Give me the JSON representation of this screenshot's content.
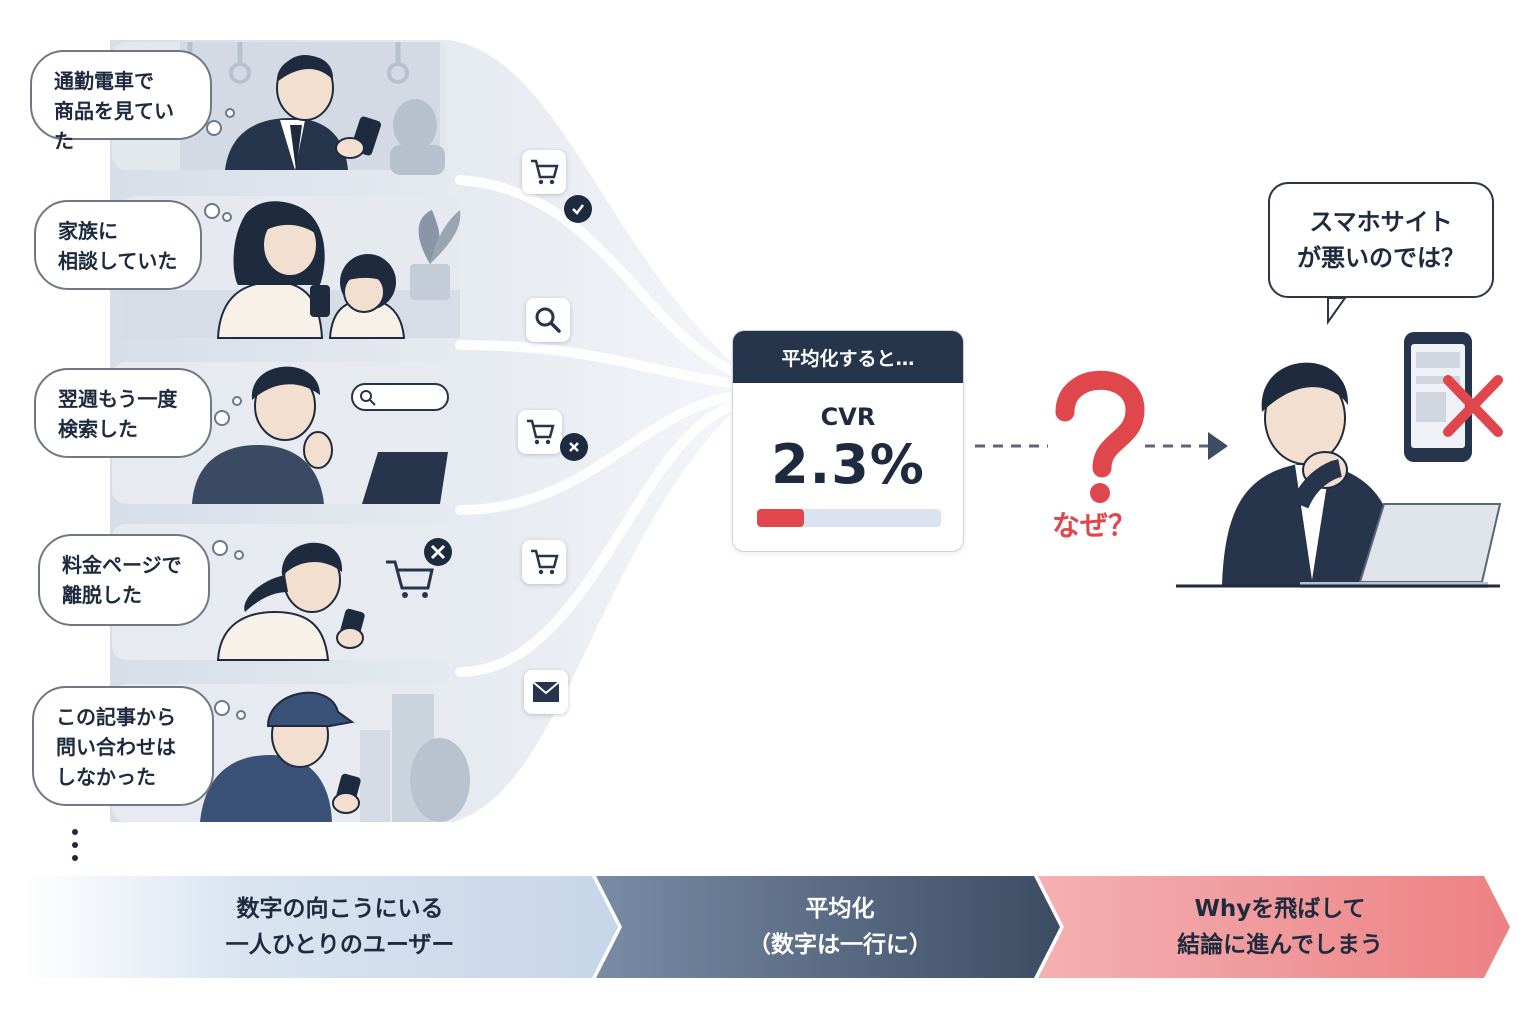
{
  "users": [
    {
      "thought": "通勤電車で\n商品を見ていた",
      "action_icon": "cart-check-icon"
    },
    {
      "thought": "家族に\n相談していた",
      "action_icon": "search-icon"
    },
    {
      "thought": "翌週もう一度\n検索した",
      "action_icon": "cart-cancel-icon"
    },
    {
      "thought": "料金ページで\n離脱した",
      "action_icon": "cart-icon"
    },
    {
      "thought": "この記事から\n問い合わせは\nしなかった",
      "action_icon": "mail-icon"
    }
  ],
  "average": {
    "header": "平均化すると…",
    "metric_label": "CVR",
    "metric_value": "2.3%",
    "progress_percent": 2.3
  },
  "question": {
    "label": "なぜ？"
  },
  "manager": {
    "thought": "スマホサイト\nが悪いのでは？"
  },
  "stages": [
    {
      "label": "数字の向こうにいる\n一人ひとりのユーザー"
    },
    {
      "label": "平均化\n（数字は一行に）"
    },
    {
      "label": "Whyを飛ばして\n結論に進んでしまう"
    }
  ],
  "colors": {
    "navy": "#26354b",
    "accent_red": "#e0474c",
    "stage1": "#cfdcec",
    "stage2": "#4f6179",
    "stage3": "#ee8d8f"
  }
}
